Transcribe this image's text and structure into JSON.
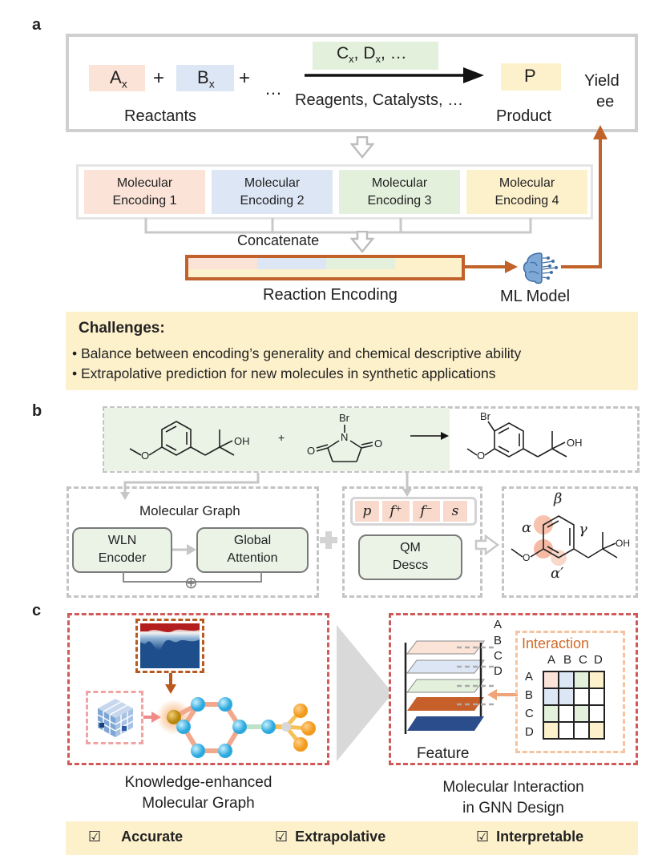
{
  "panel_a": {
    "letter": "a",
    "reactant_a": "A",
    "reactant_a_sub": "x",
    "plus1": "+",
    "reactant_b": "B",
    "reactant_b_sub": "x",
    "plus2": "+",
    "ellipsis": "…",
    "reagents_c": "C",
    "reagents_c_sub": "x",
    "reagents_sep": ", D",
    "reagents_d_sub": "x",
    "reagents_tail": ", …",
    "reagents_label": "Reagents, Catalysts, …",
    "product": "P",
    "reactants_label": "Reactants",
    "product_label": "Product",
    "yield_label": "Yield",
    "ee_label": "ee",
    "encodings": [
      {
        "line1": "Molecular",
        "line2": "Encoding 1",
        "color": "#fbe3d8"
      },
      {
        "line1": "Molecular",
        "line2": "Encoding 2",
        "color": "#dde6f4"
      },
      {
        "line1": "Molecular",
        "line2": "Encoding 3",
        "color": "#e3f0dc"
      },
      {
        "line1": "Molecular",
        "line2": "Encoding 4",
        "color": "#fdf1cc"
      }
    ],
    "concatenate_label": "Concatenate",
    "reaction_encoding_label": "Reaction Encoding",
    "ml_model_label": "ML Model",
    "challenges_title": "Challenges:",
    "challenges": [
      "• Balance between encoding’s generality and chemical descriptive ability",
      "• Extrapolative prediction for new molecules in synthetic applications"
    ]
  },
  "panel_b": {
    "letter": "b",
    "plus": "+",
    "oh_label": "OH",
    "br_label": "Br",
    "n_label": "N",
    "o_label": "O",
    "molecular_graph_label": "Molecular Graph",
    "wln_line1": "WLN",
    "wln_line2": "Encoder",
    "global_line1": "Global",
    "global_line2": "Attention",
    "oplus": "⊕",
    "qm_p": "p",
    "qm_fplus": "f⁺",
    "qm_fminus": "f⁻",
    "qm_s": "s",
    "qm_line1": "QM",
    "qm_line2": "Descs",
    "alpha": "α",
    "beta": "β",
    "gamma": "γ",
    "alpha_prime": "α′"
  },
  "panel_c": {
    "letter": "c",
    "left_caption_line1": "Knowledge-enhanced",
    "left_caption_line2": "Molecular Graph",
    "right_caption_line1": "Molecular Interaction",
    "right_caption_line2": "in GNN Design",
    "feature_label": "Feature",
    "layer_labels": [
      "A",
      "B",
      "C",
      "D"
    ],
    "interaction_title": "Interaction",
    "matrix_cols": [
      "A",
      "B",
      "C",
      "D"
    ],
    "matrix_rows": [
      "A",
      "B",
      "C",
      "D"
    ],
    "accent_color": "#d05a5a"
  },
  "footer": {
    "items": [
      {
        "check": "☑",
        "label": "Accurate"
      },
      {
        "check": "☑",
        "label": "Extrapolative"
      },
      {
        "check": "☑",
        "label": "Interpretable"
      }
    ]
  }
}
